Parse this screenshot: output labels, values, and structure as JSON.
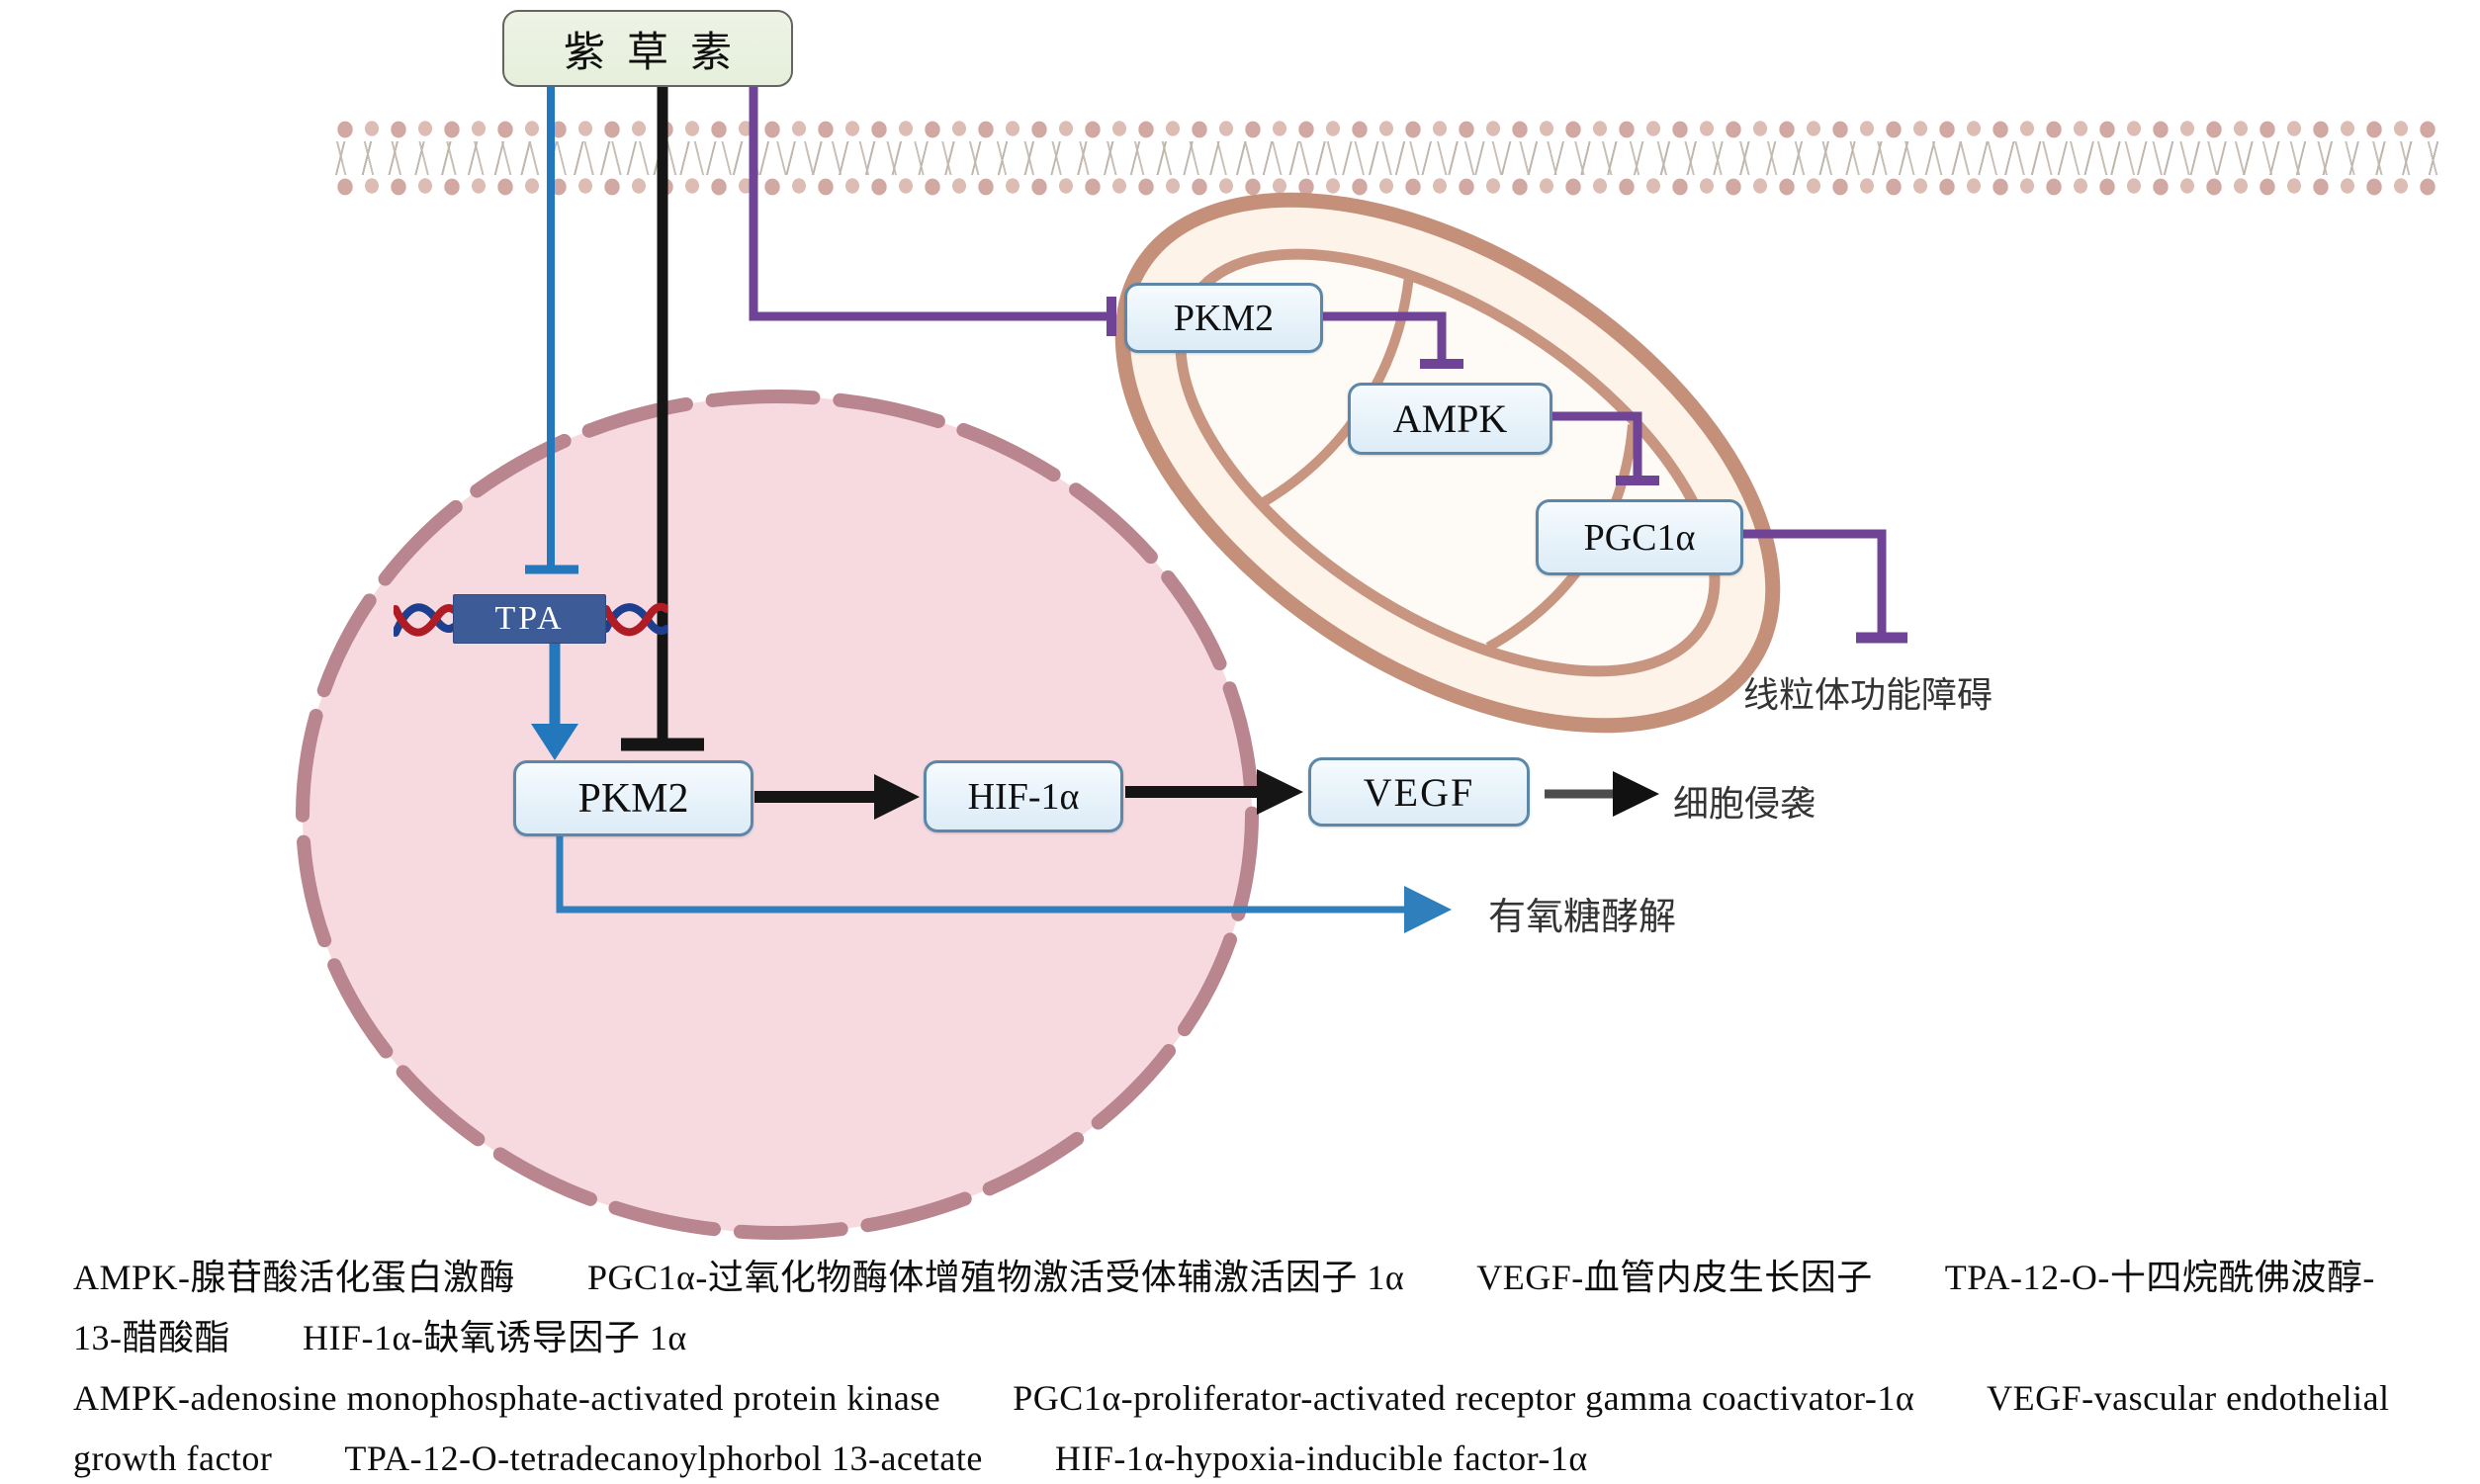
{
  "figure": {
    "kind": "signaling-pathway-diagram",
    "stimulus": "紫草素"
  },
  "nodes": {
    "shikonin": "紫草素",
    "mito_pkm2": "PKM2",
    "ampk": "AMPK",
    "pgc1a": "PGC1α",
    "tpa": "TPA",
    "nuc_pkm2": "PKM2",
    "hif1a": "HIF-1α",
    "vegf": "VEGF"
  },
  "labels": {
    "mito_dysfunction": "线粒体功能障碍",
    "cell_invasion": "细胞侵袭",
    "aerobic_glycolysis": "有氧糖酵解"
  },
  "edges": [
    {
      "from": "紫草素",
      "to": "TPA",
      "type": "inhibition",
      "color": "#2377bd"
    },
    {
      "from": "紫草素",
      "to": "PKM2 (核内)",
      "type": "inhibition",
      "color": "#151515"
    },
    {
      "from": "紫草素",
      "to": "PKM2 (线粒体)",
      "type": "inhibition",
      "color": "#6f4496"
    },
    {
      "from": "PKM2 (线粒体)",
      "to": "AMPK",
      "type": "inhibition",
      "color": "#6f4496"
    },
    {
      "from": "AMPK",
      "to": "PGC1α",
      "type": "inhibition",
      "color": "#6f4496"
    },
    {
      "from": "PGC1α",
      "to": "线粒体功能障碍",
      "type": "inhibition",
      "color": "#6f4496"
    },
    {
      "from": "TPA",
      "to": "PKM2 (核内)",
      "type": "activation",
      "color": "#2377bd"
    },
    {
      "from": "PKM2 (核内)",
      "to": "HIF-1α",
      "type": "activation",
      "color": "#151515"
    },
    {
      "from": "HIF-1α",
      "to": "VEGF",
      "type": "activation",
      "color": "#151515"
    },
    {
      "from": "VEGF",
      "to": "细胞侵袭",
      "type": "activation",
      "color": "#4d4d4d"
    },
    {
      "from": "PKM2 (核内)",
      "to": "有氧糖酵解",
      "type": "activation",
      "color": "#2e7fbb"
    }
  ],
  "colors": {
    "inhibit_blue": "#2377bd",
    "inhibit_black": "#151515",
    "inhibit_purple": "#6f4496",
    "node_fill": "#e8f3fb",
    "node_border": "#5d87a8",
    "tpa_fill": "#3d5b96",
    "shikonin_fill": "#e9f0df",
    "nucleus_fill": "#f7dae0",
    "nucleus_stroke": "#b9858e",
    "mito_stroke": "#c49079",
    "mito_fill": "#fdf3e9",
    "membrane_head": "#d2a8a3"
  },
  "legend": {
    "lines": [
      "AMPK-腺苷酸活化蛋白激酶　　PGC1α-过氧化物酶体增殖物激活受体辅激活因子 1α　　VEGF-血管内皮生长因子　　TPA-12-O-十四烷酰佛波醇-",
      "13-醋酸酯　　HIF-1α-缺氧诱导因子 1α",
      "AMPK-adenosine monophosphate-activated protein kinase　　PGC1α-proliferator-activated receptor gamma coactivator-1α　　VEGF-vascular endothelial",
      "growth factor　　TPA-12-O-tetradecanoylphorbol 13-acetate　　HIF-1α-hypoxia-inducible factor-1α"
    ]
  }
}
